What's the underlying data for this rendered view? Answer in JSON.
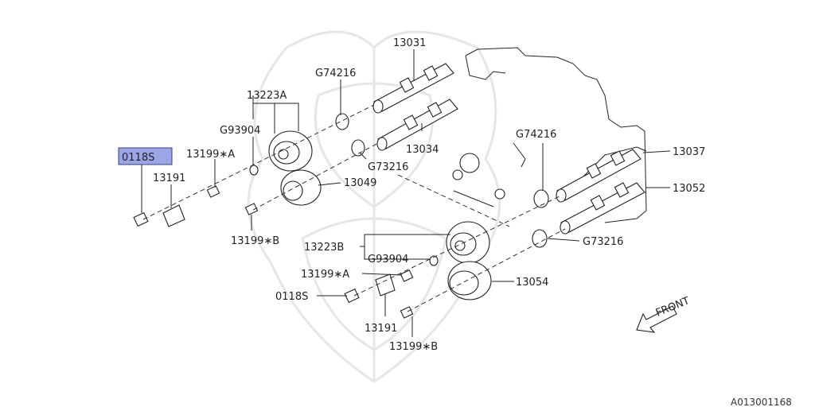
{
  "diagram": {
    "callouts": [
      {
        "id": "c13031",
        "text": "13031"
      },
      {
        "id": "c74216a",
        "text": "G74216"
      },
      {
        "id": "c13223a",
        "text": "13223A"
      },
      {
        "id": "c93904a",
        "text": "G93904"
      },
      {
        "id": "c0118s_hl",
        "text": "0118S"
      },
      {
        "id": "c13199a_1",
        "text": "13199∗A"
      },
      {
        "id": "c13191_1",
        "text": "13191"
      },
      {
        "id": "c13034",
        "text": "13034"
      },
      {
        "id": "c73216a",
        "text": "G73216"
      },
      {
        "id": "c13049",
        "text": "13049"
      },
      {
        "id": "c13199b_1",
        "text": "13199∗B"
      },
      {
        "id": "c74216b",
        "text": "G74216"
      },
      {
        "id": "c13037",
        "text": "13037"
      },
      {
        "id": "c13052",
        "text": "13052"
      },
      {
        "id": "c13223b",
        "text": "13223B"
      },
      {
        "id": "c93904b",
        "text": "G93904"
      },
      {
        "id": "c73216b",
        "text": "G73216"
      },
      {
        "id": "c13199a_2",
        "text": "13199∗A"
      },
      {
        "id": "c13054",
        "text": "13054"
      },
      {
        "id": "c0118s_2",
        "text": "0118S"
      },
      {
        "id": "c13191_2",
        "text": "13191"
      },
      {
        "id": "c13199b_2",
        "text": "13199∗B"
      }
    ],
    "front_label": "FRONT",
    "figure_id": "A013001168",
    "highlight_color": "#9aa6e6"
  }
}
